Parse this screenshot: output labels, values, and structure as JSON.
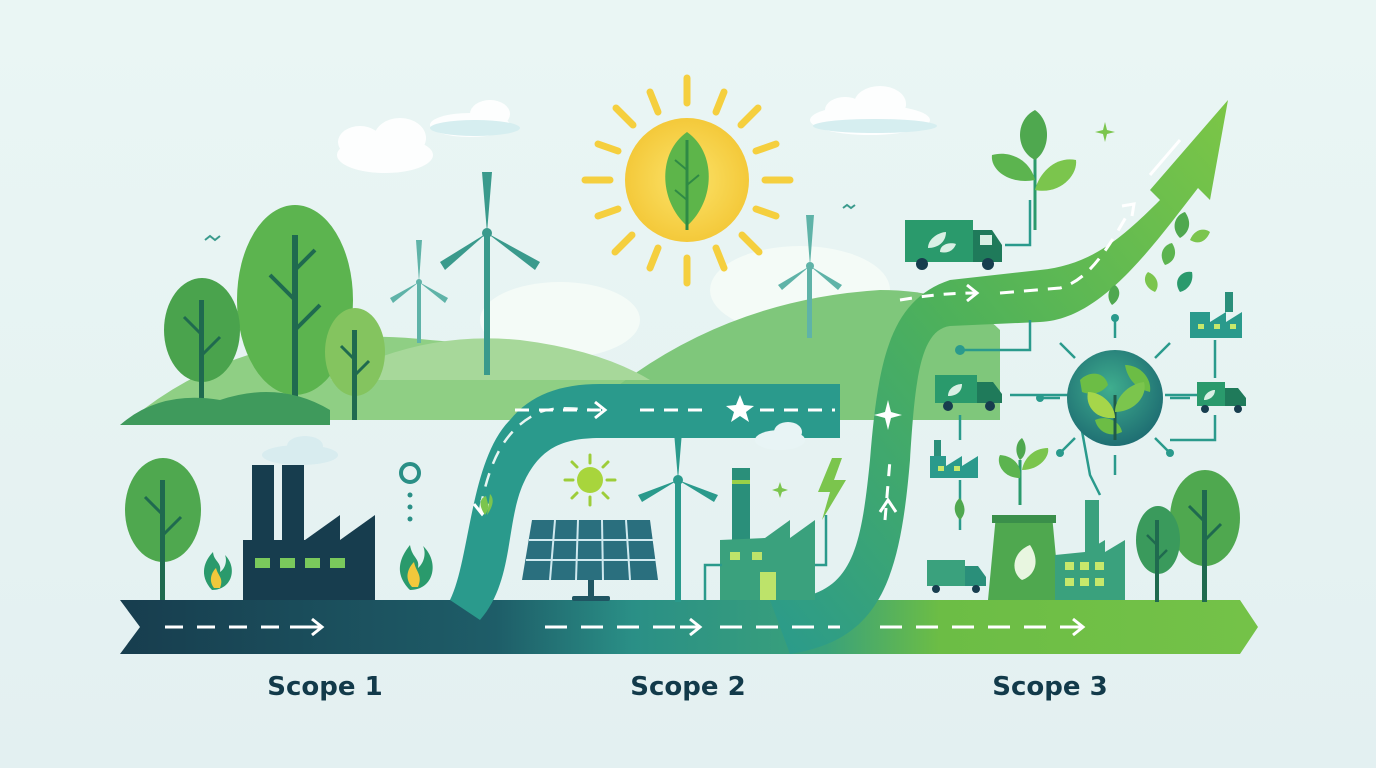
{
  "colors": {
    "sky_top": "#e9f5f4",
    "sky_bottom": "#e4f1f2",
    "scope1_navy": "#173d4e",
    "scope2_teal": "#2a9a8c",
    "scope3_green": "#6cbd45",
    "leaf_green": "#55b34a",
    "sun_yellow": "#f6d23c",
    "label_text": "#123a4a"
  },
  "icons": [
    "sun-leaf-icon",
    "wind-turbine-icon",
    "factory-icon",
    "flame-icon",
    "solar-panel-icon",
    "lightning-icon",
    "delivery-truck-icon",
    "globe-plant-icon",
    "sprout-icon",
    "tree-icon",
    "cloud-icon",
    "bird-icon",
    "arrow-up-right-icon"
  ],
  "labels": {
    "scope1": "Scope 1",
    "scope2": "Scope 2",
    "scope3": "Scope 3"
  }
}
